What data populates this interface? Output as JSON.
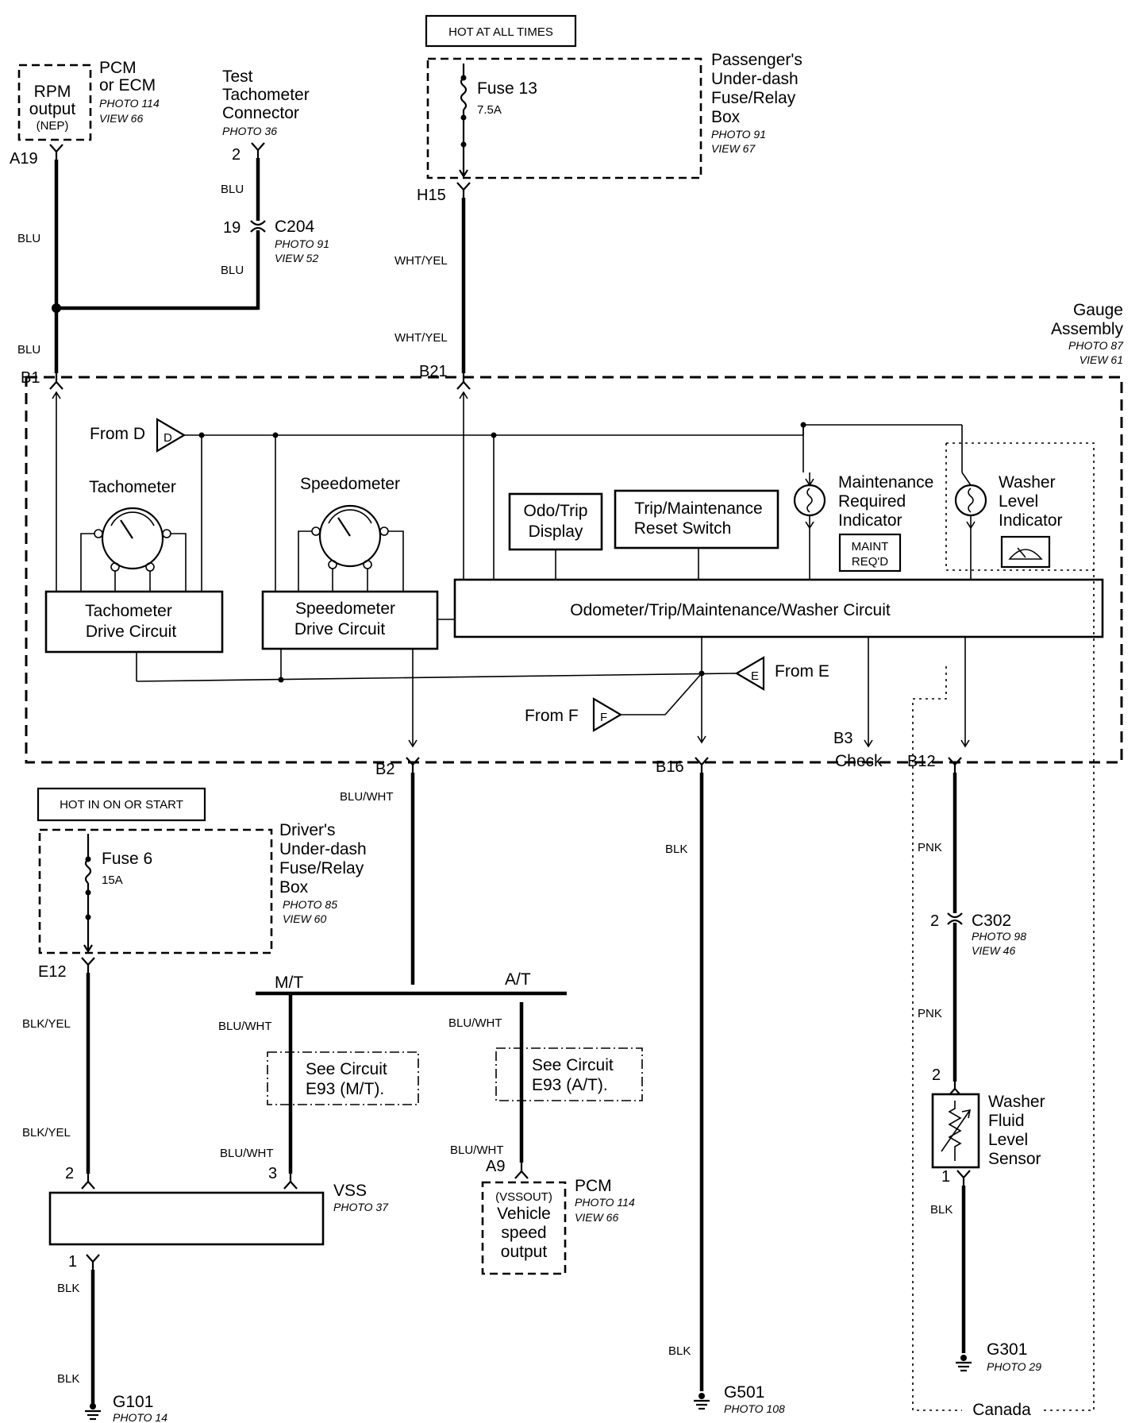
{
  "labels": {
    "hot_at_all_times": "HOT AT ALL TIMES",
    "hot_in_on_or_start": "HOT IN ON OR START",
    "rpm_output": [
      "RPM",
      "output",
      "(NEP)"
    ],
    "pcm_top": [
      "PCM",
      "or ECM"
    ],
    "pcm_top_photo": [
      "PHOTO 114",
      "VIEW 66"
    ],
    "test_tach": [
      "Test",
      "Tachometer",
      "Connector"
    ],
    "test_tach_photo": "PHOTO 36",
    "c204": "C204",
    "c204_photo": [
      "PHOTO 91",
      "VIEW 52"
    ],
    "fuse13": "Fuse 13",
    "fuse13_amp": "7.5A",
    "pass_box": [
      "Passenger's",
      "Under-dash",
      "Fuse/Relay",
      "Box"
    ],
    "pass_box_photo": [
      "PHOTO 91",
      "VIEW 67"
    ],
    "gauge": [
      "Gauge",
      "Assembly"
    ],
    "gauge_photo": [
      "PHOTO 87",
      "VIEW 61"
    ],
    "from_d": "From D",
    "from_e": "From E",
    "from_f": "From F",
    "letter_d": "D",
    "letter_e": "E",
    "letter_f": "F",
    "tachometer": "Tachometer",
    "speedometer": "Speedometer",
    "odo_display": [
      "Odo/Trip",
      "Display"
    ],
    "trip_reset": [
      "Trip/Maintenance",
      "Reset Switch"
    ],
    "maint_ind": [
      "Maintenance",
      "Required",
      "Indicator"
    ],
    "maint_reqd": [
      "MAINT",
      "REQ'D"
    ],
    "washer_ind": [
      "Washer",
      "Level",
      "Indicator"
    ],
    "tach_drive": [
      "Tachometer",
      "Drive Circuit"
    ],
    "speedo_drive": [
      "Speedometer",
      "Drive Circuit"
    ],
    "odo_circuit": "Odometer/Trip/Maintenance/Washer Circuit",
    "check": "Check",
    "fuse6": "Fuse 6",
    "fuse6_amp": "15A",
    "drv_box": [
      "Driver's",
      "Under-dash",
      "Fuse/Relay",
      "Box"
    ],
    "drv_box_photo": [
      "PHOTO 85",
      "VIEW 60"
    ],
    "mt": "M/T",
    "at": "A/T",
    "see_mt": [
      "See Circuit",
      "E93 (M/T)."
    ],
    "see_at": [
      "See Circuit",
      "E93 (A/T)."
    ],
    "vss": "VSS",
    "vss_photo": "PHOTO 37",
    "pcm_bottom": "PCM",
    "pcm_bottom_photo": [
      "PHOTO 114",
      "VIEW 66"
    ],
    "vssout": [
      "(VSSOUT)",
      "Vehicle",
      "speed",
      "output"
    ],
    "c302": "C302",
    "c302_photo": [
      "PHOTO 98",
      "VIEW 46"
    ],
    "washer_sensor": [
      "Washer",
      "Fluid",
      "Level",
      "Sensor"
    ],
    "g101": "G101",
    "g101_photo": "PHOTO 14",
    "g501": "G501",
    "g501_photo": "PHOTO 108",
    "g301": "G301",
    "g301_photo": "PHOTO 29",
    "canada": "Canada"
  },
  "terminals": {
    "a19": "A19",
    "t2_test": "2",
    "t19": "19",
    "h15": "H15",
    "b1": "B1",
    "b21": "B21",
    "b2": "B2",
    "b16": "B16",
    "b3": "B3",
    "b12": "B12",
    "e12": "E12",
    "vss2": "2",
    "vss3": "3",
    "vss1": "1",
    "a9": "A9",
    "c302_2": "2",
    "sensor2": "2",
    "sensor1": "1"
  },
  "wires": {
    "blu_a19": "BLU",
    "blu_test_upper": "BLU",
    "blu_test_lower": "BLU",
    "blu_b1": "BLU",
    "wht_yel_upper": "WHT/YEL",
    "wht_yel_lower": "WHT/YEL",
    "blu_wht_b2": "BLU/WHT",
    "blk_b16_upper": "BLK",
    "blk_b16_lower": "BLK",
    "pnk_upper": "PNK",
    "pnk_lower": "PNK",
    "blk_sensor": "BLK",
    "blk_yel_upper": "BLK/YEL",
    "blk_yel_lower": "BLK/YEL",
    "blu_wht_mt_upper": "BLU/WHT",
    "blu_wht_mt_lower": "BLU/WHT",
    "blu_wht_at_upper": "BLU/WHT",
    "blu_wht_at_lower": "BLU/WHT",
    "blk_vss_upper": "BLK",
    "blk_vss_lower": "BLK"
  }
}
